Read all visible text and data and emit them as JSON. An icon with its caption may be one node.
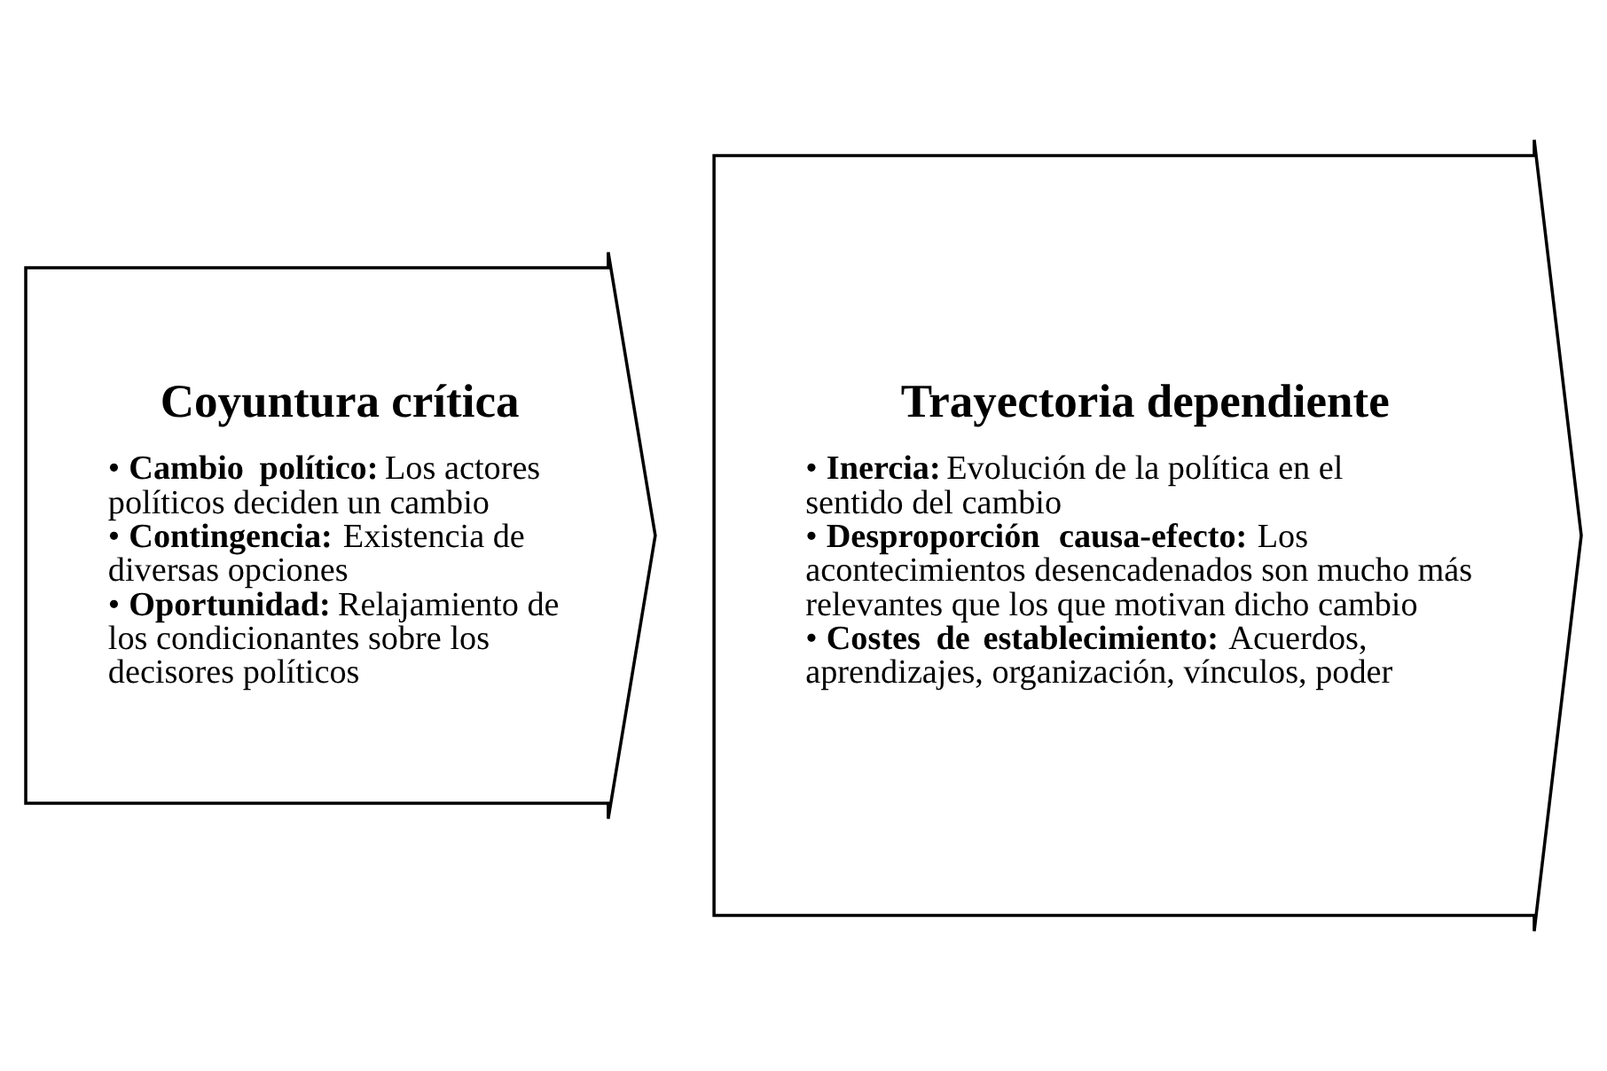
{
  "diagram": {
    "nodes": [
      {
        "text": [
          "Coyuntura crítica",
          "• **Cambio político:** Los actores políticos deciden un cambio",
          "• **Contingencia:** Existencia de diversas opciones",
          "• **Oportunidad:** Relajamiento de los condicionantes sobre los decisores políticos"
        ]
      },
      {
        "text": [
          "Trayectoria dependiente",
          "• **Inercia:** Evolución de la política en el sentido del cambio",
          "• **Desproporción causa-efecto:** Los acontecimientos desencadenados son mucho más relevantes que los que motivan dicho cambio",
          "• **Costes de establecimiento:** Acuerdos, aprendizajes, organización, vínculos, poder"
        ]
      }
    ]
  }
}
